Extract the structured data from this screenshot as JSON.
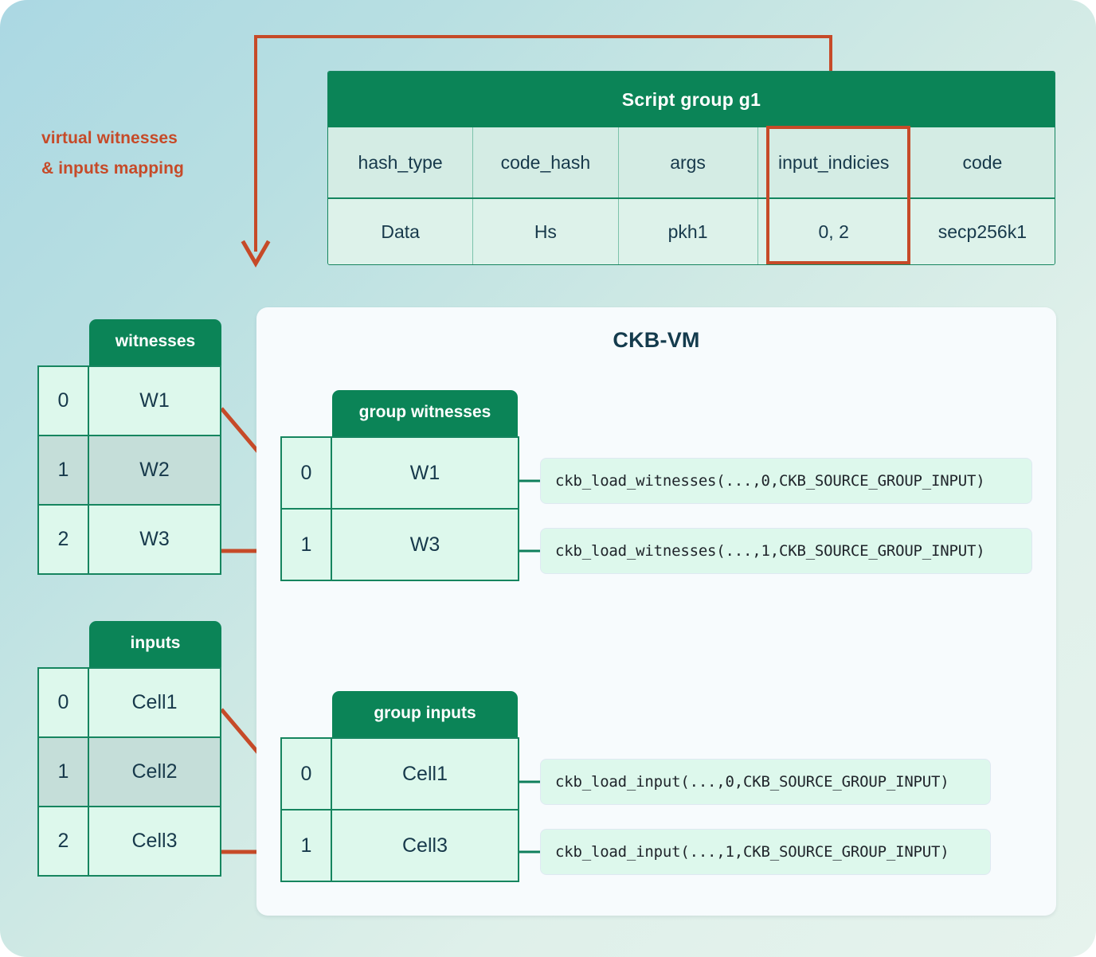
{
  "annotation": {
    "line1": "virtual witnesses",
    "line2": "& inputs mapping",
    "color": "#c64a28"
  },
  "script_group": {
    "title": "Script group g1",
    "columns": [
      "hash_type",
      "code_hash",
      "args",
      "input_indicies",
      "code"
    ],
    "values": [
      "Data",
      "Hs",
      "pkh1",
      "0, 2",
      "secp256k1"
    ],
    "highlighted_column": "input_indicies",
    "highlight_color": "#c64a28",
    "header_bg": "#0b8457"
  },
  "vm": {
    "title": "CKB-VM",
    "panel_bg": "#f7fbfd"
  },
  "tables": {
    "witnesses": {
      "label": "witnesses",
      "rows": [
        {
          "index": "0",
          "value": "W1",
          "dim": false
        },
        {
          "index": "1",
          "value": "W2",
          "dim": true
        },
        {
          "index": "2",
          "value": "W3",
          "dim": false
        }
      ]
    },
    "inputs": {
      "label": "inputs",
      "rows": [
        {
          "index": "0",
          "value": "Cell1",
          "dim": false
        },
        {
          "index": "1",
          "value": "Cell2",
          "dim": true
        },
        {
          "index": "2",
          "value": "Cell3",
          "dim": false
        }
      ]
    },
    "group_witnesses": {
      "label": "group witnesses",
      "rows": [
        {
          "index": "0",
          "value": "W1"
        },
        {
          "index": "1",
          "value": "W3"
        }
      ]
    },
    "group_inputs": {
      "label": "group inputs",
      "rows": [
        {
          "index": "0",
          "value": "Cell1"
        },
        {
          "index": "1",
          "value": "Cell3"
        }
      ]
    }
  },
  "code_chips": {
    "witness_0": "ckb_load_witnesses(...,0,CKB_SOURCE_GROUP_INPUT)",
    "witness_1": "ckb_load_witnesses(...,1,CKB_SOURCE_GROUP_INPUT)",
    "input_0": "ckb_load_input(...,0,CKB_SOURCE_GROUP_INPUT)",
    "input_1": "ckb_load_input(...,1,CKB_SOURCE_GROUP_INPUT)"
  },
  "colors": {
    "green": "#0b8457",
    "orange": "#c64a28",
    "mint": "#ddf8ec",
    "text": "#17394b"
  }
}
